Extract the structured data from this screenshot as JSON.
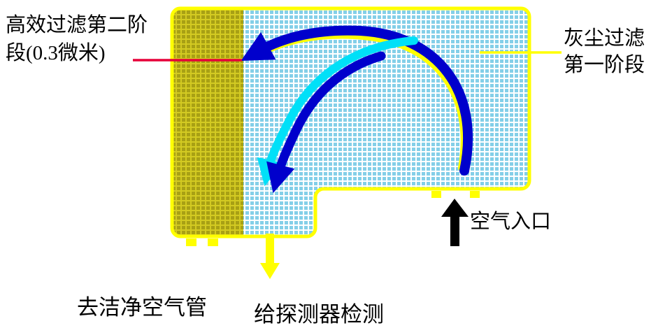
{
  "diagram": {
    "labels": {
      "hepa_stage_line1": "高效过滤第二阶",
      "hepa_stage_line2": "段(0.3微米)",
      "dust_stage_line1": "灰尘过滤",
      "dust_stage_line2": "第一阶段",
      "air_inlet": "空气入口",
      "clean_air_pipe": "去洁净空气管",
      "to_detector": "给探测器检测"
    },
    "colors": {
      "outline_yellow": "#ffff00",
      "hepa_filter_olive": "#d3ca22",
      "hepa_filter_grid": "#a8a014",
      "dust_filter_blue": "#84cfe8",
      "dust_filter_bg": "#ffffff",
      "airflow_blue": "#0000cc",
      "airflow_cyan": "#00e0f8",
      "airflow_yellow": "#ffff00",
      "callout_red": "#e60039",
      "inlet_arrow_black": "#000000",
      "text_black": "#000000"
    }
  }
}
